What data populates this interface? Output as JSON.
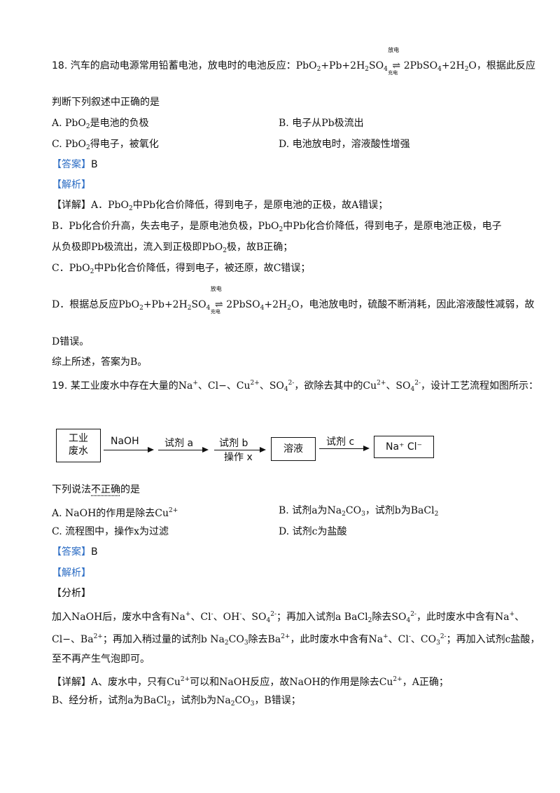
{
  "q18": {
    "num": "18.",
    "stem_a": "汽车的启动电源常用铅蓄电池，放电时的电池反应：PbO",
    "stem_b": "+Pb+2H",
    "stem_c": "SO",
    "stem_d": "2PbSO",
    "stem_e": "+2H",
    "stem_f": "O，根据此反应",
    "rxn_above": "放电",
    "rxn_below": "充电",
    "stem_line2": "判断下列叙述中正确的是",
    "opt_a1": "A.  PbO",
    "opt_a2": "是电池的负极",
    "opt_b": "B.   电子从Pb极流出",
    "opt_c1": "C.  PbO",
    "opt_c2": "得电子，被氧化",
    "opt_d": "D.   电池放电时，溶液酸性增强",
    "answer_label": "【答案】",
    "answer": "B",
    "analysis_label": "【解析】",
    "d1a": "【详解】A．PbO",
    "d1b": "中Pb化合价降低，得到电子，是原电池的正极，故A错误；",
    "d2a": "B．Pb化合价升高，失去电子，是原电池负极，PbO",
    "d2b": "中Pb化合价降低，得到电子，是原电池正极，电子",
    "d3a": "从负极即Pb极流出，流入到正极即PbO",
    "d3b": "极，故B正确；",
    "d4a": "C．PbO",
    "d4b": "中Pb化合价降低，得到电子，被还原，故C错误；",
    "d5a": "D．根据总反应PbO",
    "d5b": "+Pb+2H",
    "d5c": "SO",
    "d5d": "2PbSO",
    "d5e": "+2H",
    "d5f": "O，电池放电时，硫酸不断消耗，因此溶液酸性减弱，故",
    "d6": "D错误。",
    "d7": "综上所述，答案为B。"
  },
  "q19": {
    "num": "19.",
    "stem_a": "某工业废水中存在大量的Na",
    "stem_b": "、Cl",
    "stem_c": "、Cu",
    "stem_d": "、SO",
    "stem_e": "，欲除去其中的Cu",
    "stem_f": "、SO",
    "stem_g": "，设计工艺流程如图所示：",
    "flow": {
      "box1_l1": "工业",
      "box1_l2": "废水",
      "label1": "NaOH",
      "label2": "试剂 a",
      "label3_top": "试剂 b",
      "label3_bottom": "操作 x",
      "box2": "溶液",
      "label4": "试剂 c",
      "box3": "Na⁺ Cl⁻"
    },
    "ask_a": "下列说法",
    "ask_emph": "不正确",
    "ask_b": "的是",
    "opt_a": "A.   NaOH的作用是除去Cu",
    "opt_b1": "B.   试剂a为Na",
    "opt_b2": "CO",
    "opt_b3": "，试剂b为BaCl",
    "opt_c": "C.   流程图中，操作x为过滤",
    "opt_d": "D.   试剂c为盐酸",
    "answer_label": "【答案】",
    "answer": "B",
    "analysis_label": "【解析】",
    "fenxi": "【分析】",
    "a1": "加入NaOH后，废水中含有Na",
    "a1b": "、Cl",
    "a1c": "、OH",
    "a1d": "、SO",
    "a1e": "；再加入试剂a BaCl",
    "a1f": "除去SO",
    "a1g": "，此时废水中含有Na",
    "a1h": "、",
    "a2a": "Cl",
    "a2b": "、Ba",
    "a2c": "；再加入稍过量的试剂b Na",
    "a2d": "CO",
    "a2e": "除去Ba",
    "a2f": "，此时废水中含有Na",
    "a2g": "、Cl",
    "a2h": "、CO",
    "a2i": "；再加入试剂c盐酸，",
    "a3": "至不再产生气泡即可。",
    "x1a": "【详解】A、废水中，只有Cu",
    "x1b": "可以和NaOH反应，故NaOH的作用是除去Cu",
    "x1c": "，A正确；",
    "x2a": "B、经分析，试剂a为BaCl",
    "x2b": "，试剂b为Na",
    "x2c": "CO",
    "x2d": "，B错误；"
  },
  "chem": {
    "two": "2",
    "three": "3",
    "four": "4",
    "plus": "+",
    "minus": "-",
    "dash": "−",
    "two_plus": "2+",
    "two_minus": "2-"
  }
}
